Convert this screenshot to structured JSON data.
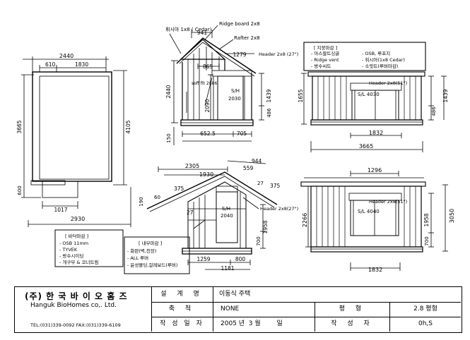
{
  "plan": {
    "dim_top": "2440",
    "dim_left_part": "610",
    "dim_right_part": "1830",
    "dim_height": "3665",
    "dim_total_h": "4105",
    "dim_small_side": "600",
    "dim_bottom_inner": "1017",
    "dim_bottom_total": "2930"
  },
  "front": {
    "ridge_label": "Ridge board 2x8",
    "rafter_label": "Rafter 2x8",
    "fascia_label": "휘시아 1x8 ( Cedar)",
    "header_label": "Header 2x8 (27\")",
    "soffit_label": "soff fit 2886",
    "door_label": "S/H",
    "door_size": "2030",
    "dims": {
      "top": "941",
      "overhang": "1279",
      "inner": "865",
      "height": "2440",
      "door_h": "2090",
      "right_h": "1439",
      "sill": "486",
      "base": "150",
      "bottom_left": "652.5",
      "bottom_right": "705"
    }
  },
  "side_top": {
    "notes": [
      "[ 지붕마감 ]",
      "- 아스팔트싱글",
      "- OSB, 루프지",
      "- Ridge vent",
      "- 휘시아(1x8 Cedar)",
      "- 방수씨트",
      "- 소핏트(루버마감)"
    ],
    "header_label": "Header 2x8(51\")",
    "window_label": "S/L 4030",
    "dims": {
      "left_h": "1655",
      "right_h": "1439",
      "sill": "486",
      "window_w": "1832",
      "total": "3665"
    }
  },
  "section": {
    "dims": {
      "top_a": "2305",
      "top_b": "1930",
      "wall": "944",
      "ridge": "559",
      "eave_r": "375",
      "eave_l": "375",
      "peak": "60",
      "pitch": "27",
      "left_h": "190",
      "right_h": "1958",
      "base": "700",
      "bottom_a": "1259",
      "bottom_b": "800",
      "bottom_c": "1181"
    },
    "door_label": "S/H",
    "door_size": "2040",
    "header_label": "Header 2x8(27\")"
  },
  "side_bottom": {
    "dims": {
      "top": "1296",
      "left_h": "2266",
      "mid_h": "1958",
      "right_h": "3050",
      "base": "700",
      "window_w": "1832"
    },
    "header_label": "Header 2x8(51\")",
    "window_label": "S/L 4040"
  },
  "floor_notes": {
    "title": "[ 바닥마감 ]",
    "items": [
      "- OSB 11mm",
      "- TYVEK",
      "- 방수시이딩",
      "- 개구부 & 코너트림"
    ]
  },
  "interior_notes": {
    "title": "[ 내부마감 ]",
    "items": [
      "- 화판(벽,천장)",
      "- ALL 루버",
      "- 윤성몰딩,걸레보드(루버)"
    ]
  },
  "title_block": {
    "company_kr": "(주) 한 국 바 이 오 홈 즈",
    "company_en": "Hanguk BioHomes co,. Ltd.",
    "contact": "TEL:(031)339-0092 FAX:(031)339-6109",
    "drawing_label": "설 계 명",
    "drawing_value": "이동식 주택",
    "scale_label": "축 척",
    "scale_value": "NONE",
    "area_label": "평 형",
    "area_value": "2.8 평형",
    "date_label": "작 성 일 자",
    "date_value": "2005 년  3 월        일",
    "author_label": "작 성 자",
    "author_value": "0h,S"
  }
}
